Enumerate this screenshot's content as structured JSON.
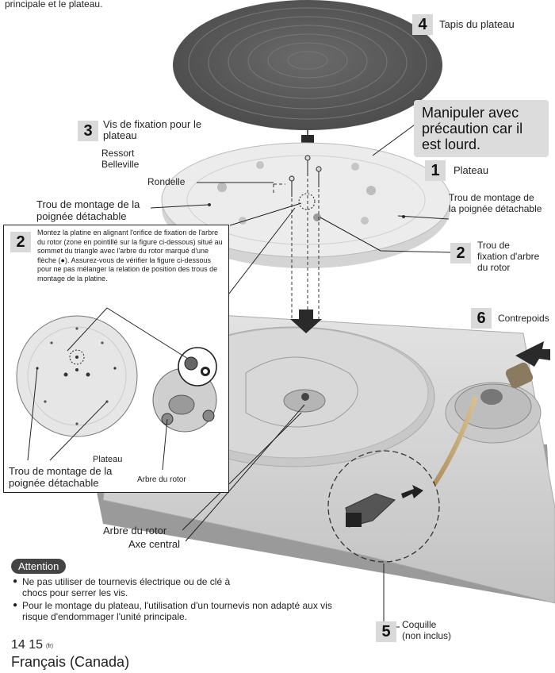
{
  "header": {
    "top_text": "principale et le plateau."
  },
  "steps": {
    "s4": {
      "number": "4",
      "label": "Tapis du plateau"
    },
    "s3": {
      "number": "3",
      "label": "Vis de fixation pour le plateau"
    },
    "s1": {
      "number": "1",
      "label": "Plateau"
    },
    "s2_rotor": {
      "number": "2",
      "label": "Trou de fixation d'arbre du rotor"
    },
    "s6": {
      "number": "6",
      "label": "Contrepoids"
    },
    "s5": {
      "number": "5",
      "label": "Coquille",
      "sublabel": "(non inclus)"
    },
    "s2_box": {
      "number": "2"
    }
  },
  "labels": {
    "ressort": "Ressort Belleville",
    "rondelle": "Rondelle",
    "handle_hole_left": "Trou de montage de la poignée détachable",
    "handle_hole_right": "Trou de montage de la poignée détachable",
    "rotor_shaft": "Arbre du rotor",
    "central_axis": "Axe central",
    "inset_plateau": "Plateau",
    "inset_handle": "Trou de montage de la poignée détachable",
    "inset_rotor": "Arbre du rotor"
  },
  "callout": {
    "text": "Manipuler avec précaution car il est lourd."
  },
  "step2_box": {
    "text": "Montez la platine en alignant l'orifice de fixation de l'arbre du rotor (zone en pointillé sur la figure ci-dessous) situé au sommet du triangle avec l'arbre du rotor marqué d'une flèche (●). Assurez-vous de vérifier la figure ci-dessous pour ne pas mélanger la relation de position des trous de montage de la platine."
  },
  "attention": {
    "badge": "Attention",
    "items": [
      "Ne pas utiliser de tournevis électrique ou de clé à chocs pour serrer les vis.",
      "Pour le montage du plateau, l'utilisation d'un tournevis non adapté aux vis risque d'endommager l'unité principale."
    ]
  },
  "footer": {
    "page": "14 15",
    "page_sub": "(fr)",
    "language": "Français (Canada)"
  },
  "colors": {
    "badge_bg": "#d9d9d9",
    "mat": "#5a5a5a",
    "platter": "#e6e6e6",
    "base": "#d0d0d0",
    "ink": "#222222"
  }
}
